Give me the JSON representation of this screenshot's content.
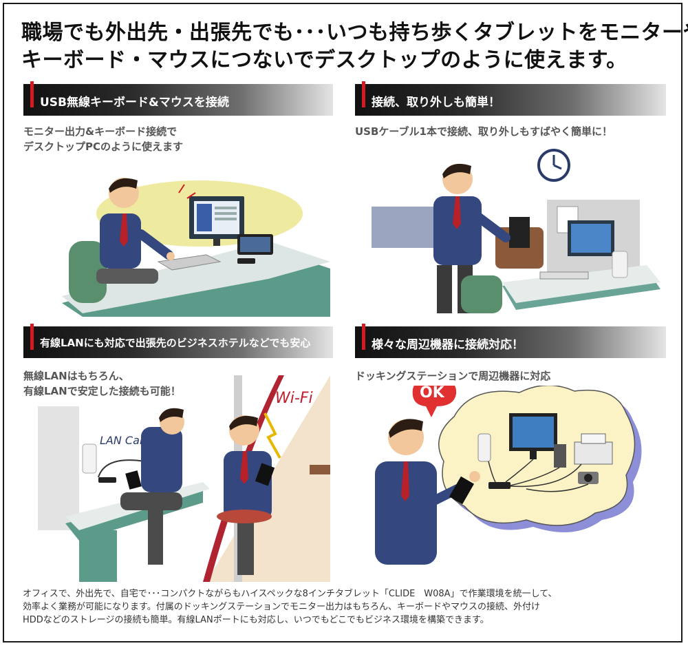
{
  "headline": {
    "line1": "職場でも外出先・出張先でも･･･いつも持ち歩くタブレットをモニターや",
    "line2": "キーボード・マウスにつないでデスクトップのように使えます。"
  },
  "sections": [
    {
      "title": "USB無線キーボード&マウスを接続",
      "sub1": "モニター出力&キーボード接続で",
      "sub2": "デスクトップPCのように使えます"
    },
    {
      "title": "接続、取り外しも簡単！",
      "sub1": "USBケーブル1本で接続、取り外しもすばやく簡単に！",
      "sub2": ""
    },
    {
      "title": "有線LANにも対応で出張先のビジネスホテルなどでも安心",
      "sub1": "無線LANはもちろん、",
      "sub2": "有線LANで安定した接続も可能！",
      "label_lan": "LAN Cable",
      "label_wifi": "Wi-Fi"
    },
    {
      "title": "様々な周辺機器に接続対応！",
      "sub1": "ドッキングステーションで周辺機器に対応",
      "sub2": "",
      "label_ok": "OK"
    }
  ],
  "footer": {
    "line1": "オフィスで、外出先で、自宅で･･･コンパクトながらもハイスペックな8インチタブレット「CLIDE　W08A」で作業環境を統一して、",
    "line2": "効率よく業務が可能になります。付属のドッキングステーションでモニター出力はもちろん、キーボードやマウスの接続、外付け",
    "line3": "HDDなどのストレージの接続も簡単。有線LANポートにも対応し、いつでもどこでもビジネス環境を構築できます。"
  },
  "colors": {
    "accent": "#d71921",
    "suit": "#34477f",
    "desk": "#5c9a8a",
    "bubble": "#fbf3c6",
    "bubble_shadow": "#8c8fd8",
    "ok_bubble": "#e03030"
  }
}
